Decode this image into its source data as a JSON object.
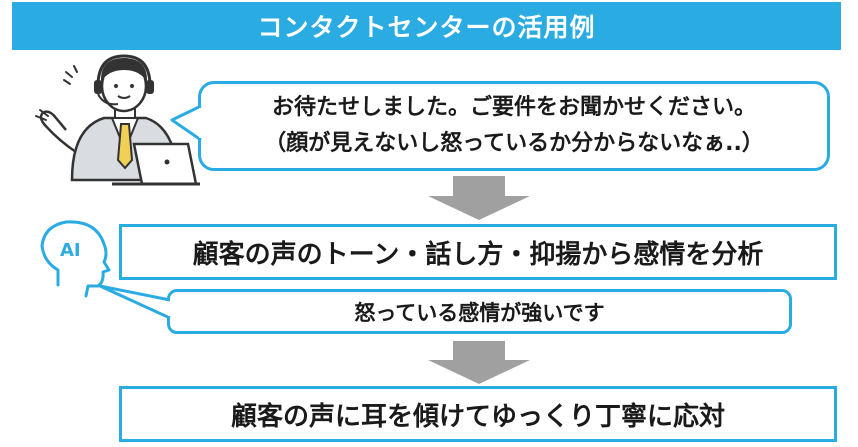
{
  "header": {
    "title": "コンタクトセンターの活用例"
  },
  "operator_bubble": {
    "line1": "お待たせしました。ご要件をお聞かせください。",
    "line2": "（顔が見えないし怒っているか分からないなぁ..）"
  },
  "ai_head": {
    "label": "AI"
  },
  "analysis_box": {
    "text": "顧客の声のトーン・話し方・抑揚から感情を分析"
  },
  "ai_bubble": {
    "text": "怒っている感情が強いです"
  },
  "result_box": {
    "text": "顧客の声に耳を傾けてゆっくり丁寧に応対"
  },
  "colors": {
    "accent": "#2aabe2",
    "arrow": "#a0a0a0",
    "text": "#1a1a1a"
  }
}
